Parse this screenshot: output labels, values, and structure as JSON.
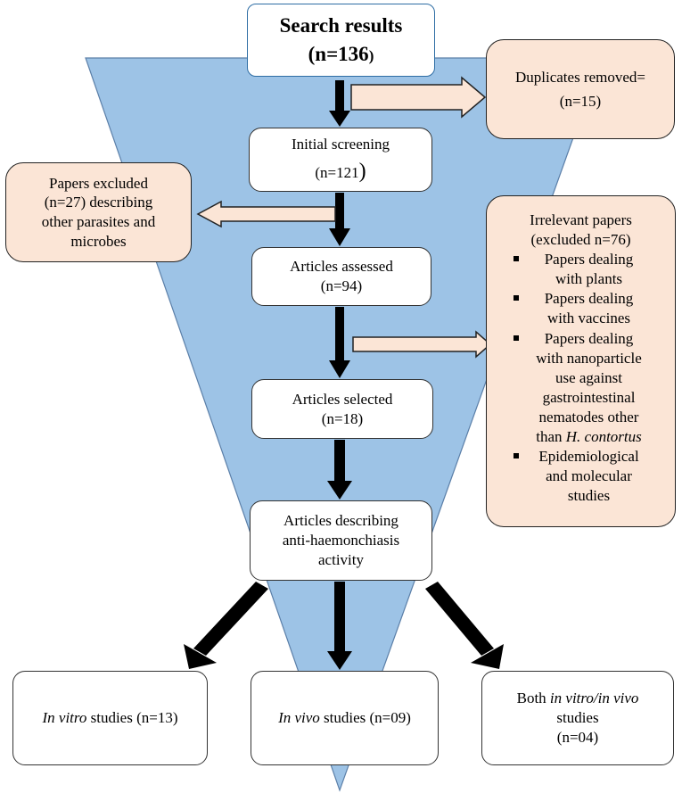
{
  "search": {
    "line1": "Search  results",
    "line2": "(n=136",
    "line2_paren": ")"
  },
  "duplicates": {
    "line1": "Duplicates removed=",
    "line2": "(n=15)"
  },
  "initial": {
    "line1": "Initial screening",
    "line2": "(n=121",
    "line2_paren": ")"
  },
  "papers_excluded": {
    "line1": "Papers excluded",
    "line2": "(n=27) describing",
    "line3": "other parasites and",
    "line4": "microbes"
  },
  "assessed": {
    "line1": "Articles assessed",
    "line2": "(n=94)"
  },
  "irrelevant": {
    "line1": "Irrelevant papers",
    "line2": "(excluded n=76)",
    "items": [
      {
        "lines": [
          "Papers dealing",
          "with plants"
        ]
      },
      {
        "lines": [
          "Papers dealing",
          "with vaccines"
        ]
      },
      {
        "lines": [
          "Papers dealing",
          "with nanoparticle",
          "use against",
          "gastrointestinal",
          "nematodes other",
          "than "
        ],
        "italic_tail": "H. contortus"
      },
      {
        "lines": [
          "Epidemiological",
          "and molecular",
          "studies"
        ]
      }
    ]
  },
  "selected": {
    "line1": "Articles selected",
    "line2": "(n=18)"
  },
  "describing": {
    "line1": "Articles describing",
    "line2": "anti-haemonchiasis",
    "line3": "activity"
  },
  "in_vitro": {
    "italic": "In vitro",
    "rest": " studies (n=13)"
  },
  "in_vivo": {
    "italic": "In vivo",
    "rest": " studies (n=09)"
  },
  "both": {
    "prefix": "Both ",
    "italic": "in vitro/in vivo",
    "line2": "studies",
    "line3": "(n=04)"
  },
  "colors": {
    "funnel": "#9dc3e6",
    "peach": "#fbe5d6",
    "arrow": "#000000",
    "search_border": "#2e6da4"
  }
}
